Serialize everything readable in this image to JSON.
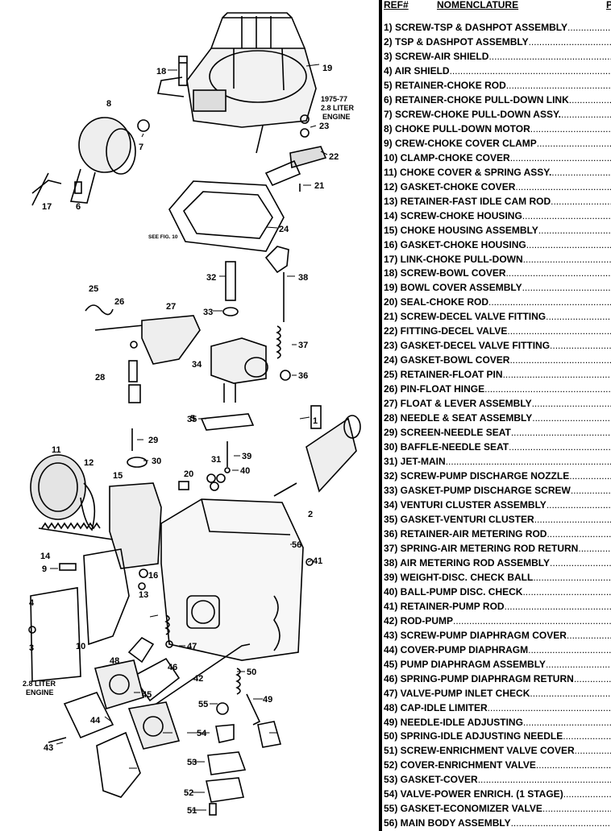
{
  "diagram": {
    "note_1975": "1975-77",
    "note_28": "2.8 LITER",
    "note_engine": "ENGINE",
    "note_2_8_lower": "2.8 LITER",
    "note_engine_lower": "ENGINE",
    "see_fig": "SEE FIG. 10",
    "callouts": [
      "1",
      "2",
      "3",
      "4",
      "5",
      "6",
      "7",
      "8",
      "9",
      "10",
      "11",
      "12",
      "13",
      "14",
      "15",
      "16",
      "17",
      "18",
      "19",
      "20",
      "21",
      "22",
      "23",
      "24",
      "25",
      "26",
      "27",
      "28",
      "29",
      "30",
      "31",
      "32",
      "33",
      "34",
      "35",
      "36",
      "37",
      "38",
      "39",
      "40",
      "41",
      "42",
      "43",
      "44",
      "45",
      "46",
      "47",
      "48",
      "49",
      "50",
      "51",
      "52",
      "53",
      "54",
      "55",
      "56"
    ]
  },
  "table": {
    "col_ref": "REF#",
    "col_name": "NOMENCLATURE",
    "col_p": "P",
    "rows": [
      "1) SCREW-TSP & DASHPOT ASSEMBLY",
      "2) TSP & DASHPOT ASSEMBLY",
      "3) SCREW-AIR SHIELD",
      "4) AIR SHIELD",
      "5) RETAINER-CHOKE ROD",
      "6) RETAINER-CHOKE PULL-DOWN LINK",
      "7) SCREW-CHOKE PULL-DOWN ASSY.",
      "8) CHOKE PULL-DOWN MOTOR",
      "9) CREW-CHOKE COVER CLAMP",
      "10) CLAMP-CHOKE COVER",
      "11) CHOKE COVER & SPRING ASSY.",
      "12) GASKET-CHOKE COVER",
      "13) RETAINER-FAST IDLE CAM ROD",
      "14) SCREW-CHOKE HOUSING",
      "15) CHOKE HOUSING ASSEMBLY",
      "16) GASKET-CHOKE HOUSING",
      "17) LINK-CHOKE PULL-DOWN",
      "18) SCREW-BOWL COVER",
      "19) BOWL COVER ASSEMBLY",
      "20) SEAL-CHOKE ROD",
      "21) SCREW-DECEL VALVE FITTING",
      "22) FITTING-DECEL VALVE",
      "23) GASKET-DECEL VALVE FITTING",
      "24) GASKET-BOWL COVER",
      "25) RETAINER-FLOAT PIN",
      "26) PIN-FLOAT HINGE",
      "27) FLOAT & LEVER ASSEMBLY",
      "28) NEEDLE & SEAT ASSEMBLY",
      "29) SCREEN-NEEDLE SEAT",
      "30) BAFFLE-NEEDLE SEAT",
      "31) JET-MAIN",
      "32) SCREW-PUMP DISCHARGE NOZZLE",
      "33) GASKET-PUMP DISCHARGE SCREW",
      "34) VENTURI CLUSTER ASSEMBLY",
      "35) GASKET-VENTURI CLUSTER",
      "36) RETAINER-AIR METERING ROD",
      "37) SPRING-AIR METERING ROD RETURN",
      "38) AIR METERING ROD ASSEMBLY",
      "39) WEIGHT-DISC. CHECK BALL",
      "40) BALL-PUMP DISC. CHECK",
      "41) RETAINER-PUMP ROD",
      "42) ROD-PUMP",
      "43) SCREW-PUMP DIAPHRAGM COVER",
      "44) COVER-PUMP DIAPHRAGM",
      "45) PUMP DIAPHRAGM ASSEMBLY",
      "46) SPRING-PUMP DIAPHRAGM RETURN",
      "47) VALVE-PUMP INLET CHECK",
      "48) CAP-IDLE LIMITER",
      "49) NEEDLE-IDLE ADJUSTING",
      "50) SPRING-IDLE ADJUSTING NEEDLE",
      "51) SCREW-ENRICHMENT VALVE COVER",
      "52) COVER-ENRICHMENT VALVE",
      "53) GASKET-COVER",
      "54) VALVE-POWER ENRICH. (1 STAGE)",
      "55) GASKET-ECONOMIZER VALVE",
      "56) MAIN BODY ASSEMBLY"
    ]
  }
}
